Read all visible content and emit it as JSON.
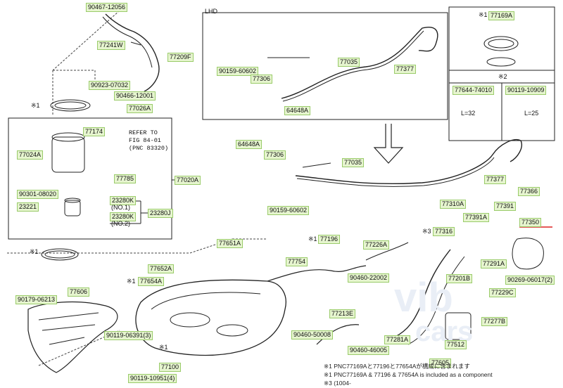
{
  "diagram": {
    "lhd_label": "LHD",
    "refer_note": [
      "REFER TO",
      "FIG 84-01",
      "(PNC 83320)"
    ],
    "marks": {
      "m1": "※1",
      "m2": "※2",
      "m3": "※3"
    },
    "dims": {
      "d1": "L=32",
      "d2": "L=25"
    },
    "watermark": {
      "text1": "vib",
      "text2": "cars"
    },
    "notes": [
      "※1 PNC77169Aと77196と77654Aが構成に含まれます",
      "※1 PNC77169A & 77196 & 77654A is included as a component",
      "※3 (1004-"
    ],
    "parts": {
      "p90467": "90467-12056",
      "p77241W": "77241W",
      "p77209F": "77209F",
      "p90923": "90923-07032",
      "p90466": "90466-12001",
      "p77026A": "77026A",
      "p77174": "77174",
      "p77024A": "77024A",
      "p77785": "77785",
      "p77020A": "77020A",
      "p90301": "90301-08020",
      "p23221": "23221",
      "p23280K1": "23280K",
      "p23280K2": "23280K",
      "p23280J": "23280J",
      "no1": "(NO.1)",
      "no2": "(NO.2)",
      "p90159a": "90159-60602",
      "p77306a": "77306",
      "p77035a": "77035",
      "p77377a": "77377",
      "p64648Aa": "64648A",
      "p77169A": "77169A",
      "p77644": "77644-74010",
      "p90119a": "90119-10909",
      "p64648Ab": "64648A",
      "p77306b": "77306",
      "p77035b": "77035",
      "p77377b": "77377",
      "p90159b": "90159-60602",
      "p77366": "77366",
      "p77350": "77350",
      "p77310A": "77310A",
      "p77391A": "77391A",
      "p77391": "77391",
      "p77316": "77316",
      "p77291A": "77291A",
      "p90269": "90269-06017(2)",
      "p77196": "77196",
      "p77651A": "77651A",
      "p77226A": "77226A",
      "p77754": "77754",
      "p77652A": "77652A",
      "p77654A": "77654A",
      "p90460a": "90460-22002",
      "p77201B": "77201B",
      "p77229C": "77229C",
      "p90179": "90179-06213",
      "p77606": "77606",
      "p90119b": "90119-06391(3)",
      "p77213E": "77213E",
      "p90460b": "90460-50008",
      "p77277B": "77277B",
      "p77281A": "77281A",
      "p90460c": "90460-46005",
      "p77512": "77512",
      "p77100": "77100",
      "p90119c": "90119-10951(4)",
      "p77605": "77605"
    }
  }
}
